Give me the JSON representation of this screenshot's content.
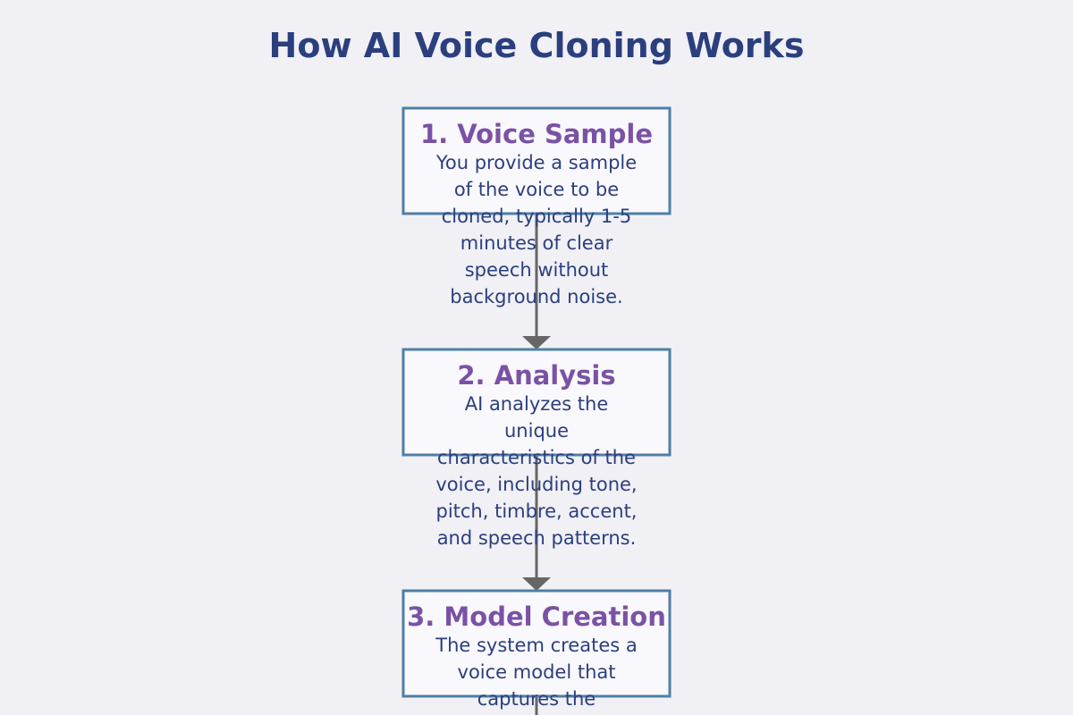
{
  "title": "How AI Voice Cloning Works",
  "colors": {
    "background": "#f0f0f5",
    "title": "#2b3f7f",
    "step_title": "#7a52a5",
    "step_text": "#2b3f7f",
    "box_fill": "#f9f8fc",
    "box_border": "#4f7fa5",
    "arrow": "#666666"
  },
  "steps": [
    {
      "title": "1. Voice Sample",
      "description_lines": [
        "You provide a sample",
        "of the voice to be",
        "cloned, typically 1-5",
        "minutes of clear",
        "speech without",
        "background noise."
      ]
    },
    {
      "title": "2. Analysis",
      "description_lines": [
        "AI analyzes the",
        "unique",
        "characteristics of the",
        "voice, including tone,",
        "pitch, timbre, accent,",
        "and speech patterns."
      ]
    },
    {
      "title": "3. Model Creation",
      "description_lines": [
        "The system creates a",
        "voice model that",
        "captures the"
      ]
    }
  ]
}
